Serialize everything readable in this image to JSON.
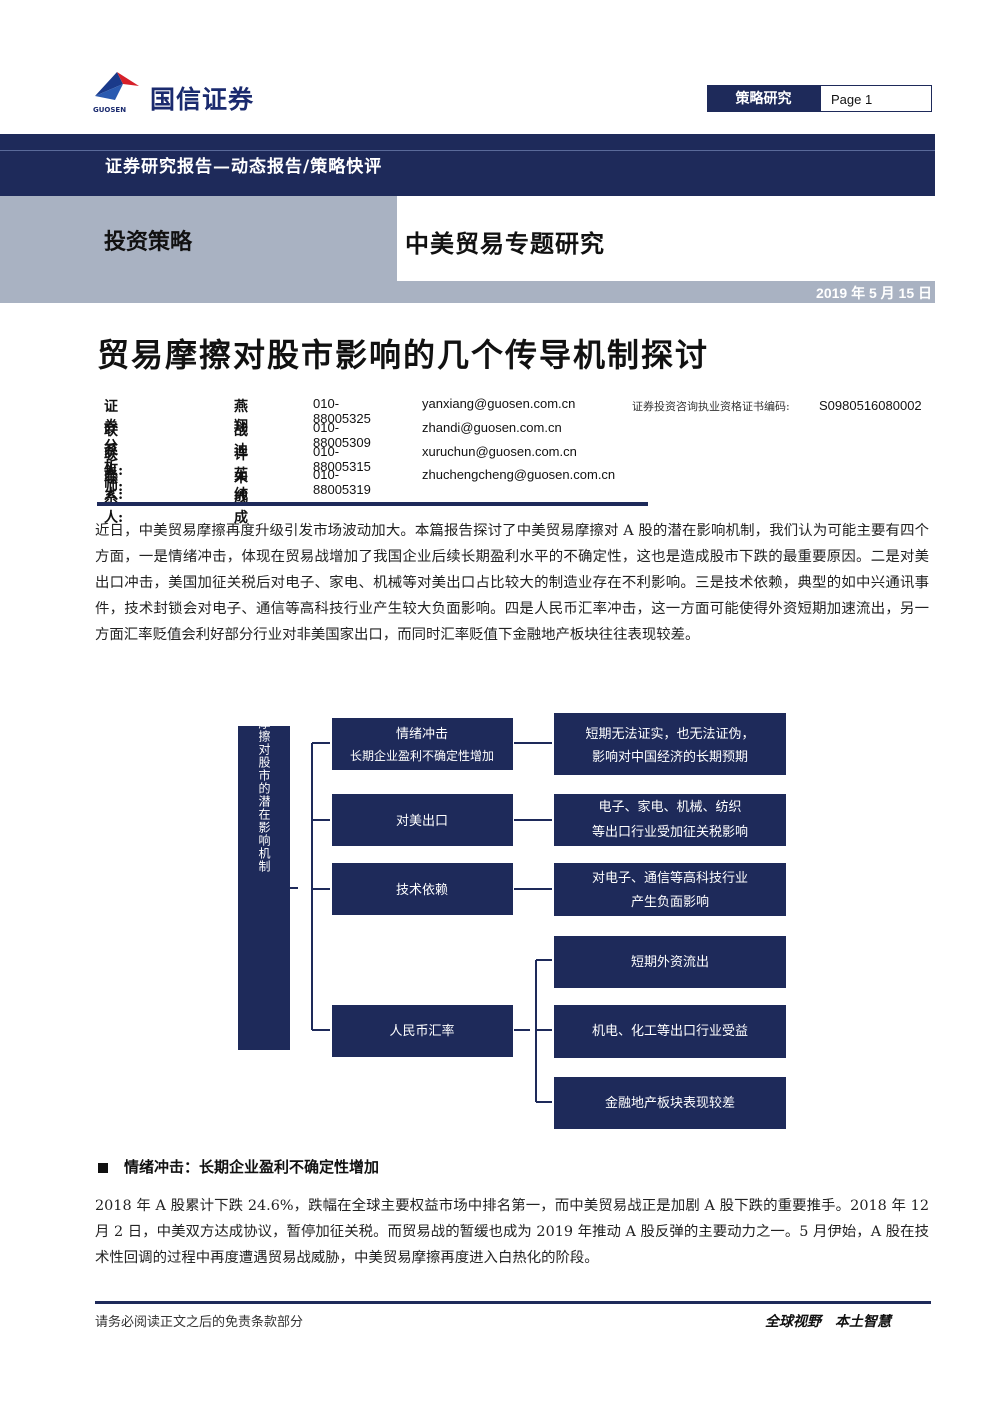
{
  "header": {
    "logo_text": "国信证券",
    "logo_sub": "GUOSEN",
    "category": "策略研究",
    "page_label": "Page 1"
  },
  "banner": {
    "report_type": "证券研究报告—动态报告/策略快评",
    "section": "投资策略",
    "topic": "中美贸易专题研究",
    "date": "2019 年 5 月 15 日"
  },
  "title": "贸易摩擦对股市影响的几个传导机制探讨",
  "analysts": [
    {
      "role": "证券分析师:",
      "name": "燕翔",
      "phone": "010-88005325",
      "email": "yanxiang@guosen.com.cn"
    },
    {
      "role": "联系人:",
      "name": "战迪",
      "phone": "010-88005309",
      "email": "zhandi@guosen.com.cn"
    },
    {
      "role": "联系人:",
      "name": "许茹纯",
      "phone": "010-88005315",
      "email": "xuruchun@guosen.com.cn"
    },
    {
      "role": "联系人:",
      "name": "朱成成",
      "phone": "010-88005319",
      "email": "zhuchengcheng@guosen.com.cn"
    }
  ],
  "certificate": {
    "label": "证券投资咨询执业资格证书编码:",
    "code": "S0980516080002"
  },
  "summary": "近日，中美贸易摩擦再度升级引发市场波动加大。本篇报告探讨了中美贸易摩擦对 A 股的潜在影响机制，我们认为可能主要有四个方面，一是情绪冲击，体现在贸易战增加了我国企业后续长期盈利水平的不确定性，这也是造成股市下跌的最重要原因。二是对美出口冲击，美国加征关税后对电子、家电、机械等对美出口占比较大的制造业存在不利影响。三是技术依赖，典型的如中兴通讯事件，技术封锁会对电子、通信等高科技行业产生较大负面影响。四是人民币汇率冲击，这一方面可能使得外资短期加速流出，另一方面汇率贬值会利好部分行业对非美国家出口，而同时汇率贬值下金融地产板块往往表现较差。",
  "diagram": {
    "root": "贸易摩擦对股市的潜在影响机制",
    "branches": [
      {
        "label_lines": [
          "情绪冲击",
          "长期企业盈利不确定性增加"
        ],
        "effects": [
          [
            "短期无法证实，也无法证伪，",
            "影响对中国经济的长期预期"
          ]
        ]
      },
      {
        "label_lines": [
          "对美出口"
        ],
        "effects": [
          [
            "电子、家电、机械、纺织",
            "等出口行业受加征关税影响"
          ]
        ]
      },
      {
        "label_lines": [
          "技术依赖"
        ],
        "effects": [
          [
            "对电子、通信等高科技行业",
            "产生负面影响"
          ]
        ]
      },
      {
        "label_lines": [
          "人民币汇率"
        ],
        "effects": [
          [
            "短期外资流出"
          ],
          [
            "机电、化工等出口行业受益"
          ],
          [
            "金融地产板块表现较差"
          ]
        ]
      }
    ]
  },
  "section_heading": "情绪冲击：长期企业盈利不确定性增加",
  "body": "2018 年 A 股累计下跌 24.6%，跌幅在全球主要权益市场中排名第一，而中美贸易战正是加剧 A 股下跌的重要推手。2018 年 12 月 2 日，中美双方达成协议，暂停加征关税。而贸易战的暂缓也成为 2019 年推动 A 股反弹的主要动力之一。5 月伊始，A 股在技术性回调的过程中再度遭遇贸易战威胁，中美贸易摩擦再度进入白热化的阶段。",
  "footer": {
    "disclaimer": "请务必阅读正文之后的免责条款部分",
    "slogan": "全球视野　本土智慧"
  },
  "colors": {
    "navy": "#1e2a5a",
    "grey": "#a9b2c2",
    "logo_red": "#d6202a",
    "logo_blue": "#1a3a8a"
  }
}
